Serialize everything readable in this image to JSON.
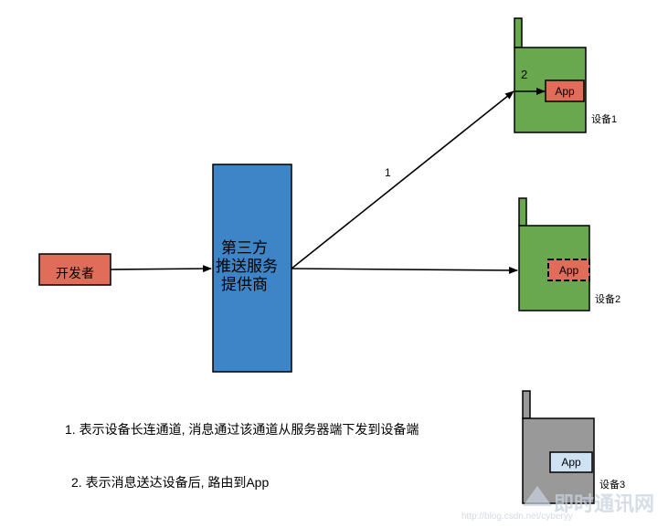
{
  "developer": {
    "label": "开发者"
  },
  "server": {
    "lines": [
      "第三方",
      "推送服务",
      "提供商"
    ]
  },
  "arrows": {
    "label_1": "1",
    "label_2": "2"
  },
  "devices": [
    {
      "label": "设备1",
      "app_label": "App",
      "color": "#6aa84f",
      "app_state": "active"
    },
    {
      "label": "设备2",
      "app_label": "App",
      "color": "#6aa84f",
      "app_state": "dashed"
    },
    {
      "label": "设备3",
      "app_label": "App",
      "color": "#999999",
      "app_state": "idle"
    }
  ],
  "notes": [
    "1. 表示设备长连通道, 消息通过该通道从服务器端下发到设备端",
    "2. 表示消息送达设备后, 路由到App"
  ],
  "watermark": {
    "brand": "即时通讯网",
    "url": "http://blog.csdn.net/cyberyy"
  },
  "colors": {
    "developer_fill": "#e06c5a",
    "server_fill": "#3d85c6",
    "device_green": "#6aa84f",
    "device_gray": "#999999",
    "app_red": "#e06c5a",
    "app_light": "#cfe2f3"
  }
}
